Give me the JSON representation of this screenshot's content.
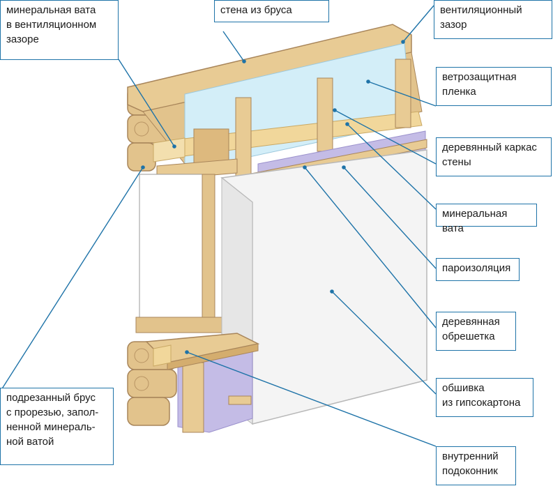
{
  "labels": {
    "mineral_wool_gap": "минеральная вата\nв вентиляционном\nзазоре",
    "timber_wall": "стена из бруса",
    "ventilation_gap": "вентиляционный\nзазор",
    "windproof_film": "ветрозащитная\nпленка",
    "wooden_frame": "деревянный каркас\nстены",
    "mineral_wool": "минеральная вата",
    "vapor_barrier": "пароизоляция",
    "wooden_battens": "деревянная\nобрешетка",
    "drywall_sheathing": "обшивка\nиз гипсокартона",
    "cut_beam": "подрезанный брус\nс прорезью, запол-\nненной минераль-\nной ватой",
    "window_sill": "внутренний\nподоконник"
  },
  "colors": {
    "leader_line": "#1e73a8",
    "timber": "#e2c38c",
    "timber_dark": "#a8855a",
    "wind_film": "#d3eef8",
    "vapor_film": "#c4bce6",
    "mineral_wool": "#f1d79b",
    "drywall": "#f4f4f4"
  }
}
